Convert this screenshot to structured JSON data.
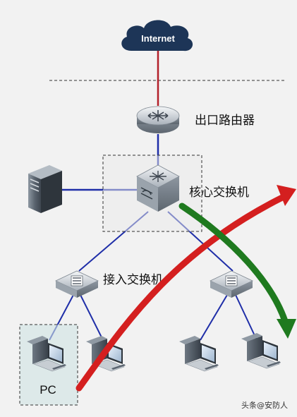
{
  "diagram": {
    "internet_label": "Internet",
    "egress_router_label": "出口路由器",
    "core_switch_label": "核心交换机",
    "access_switch_label": "接入交换机",
    "pc_label": "PC",
    "watermark": "头条@安防人",
    "colors": {
      "wan_link": "#b3202a",
      "lan_link": "#1f2ea8",
      "red_arrow": "#d41f1f",
      "green_arrow": "#1f7a1f",
      "cloud": "#1d3557"
    },
    "icons": [
      "cloud-icon",
      "router-icon",
      "core-switch-icon",
      "server-icon",
      "access-switch-icon",
      "pc-icon"
    ]
  }
}
